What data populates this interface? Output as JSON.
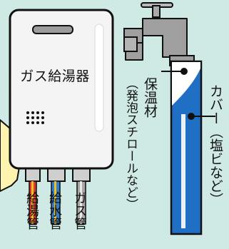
{
  "heater": {
    "label": "ガス給湯器"
  },
  "pipes": [
    {
      "label": "給湯管",
      "color": "#e23a2a"
    },
    {
      "label": "給水管",
      "color": "#2f7fd0"
    },
    {
      "label": "ガス管",
      "color": "#9a9a9a"
    }
  ],
  "insulation": {
    "label_main": "保温材",
    "label_sub": "（発泡スチロールなど）"
  },
  "cover": {
    "label": "カバー（塩ビなど）",
    "color": "#1f6fc4"
  },
  "colors": {
    "background": "#cfe9e4",
    "heater_body": "#f4f4f4",
    "outline": "#111111",
    "callout": "#fff3b0"
  }
}
